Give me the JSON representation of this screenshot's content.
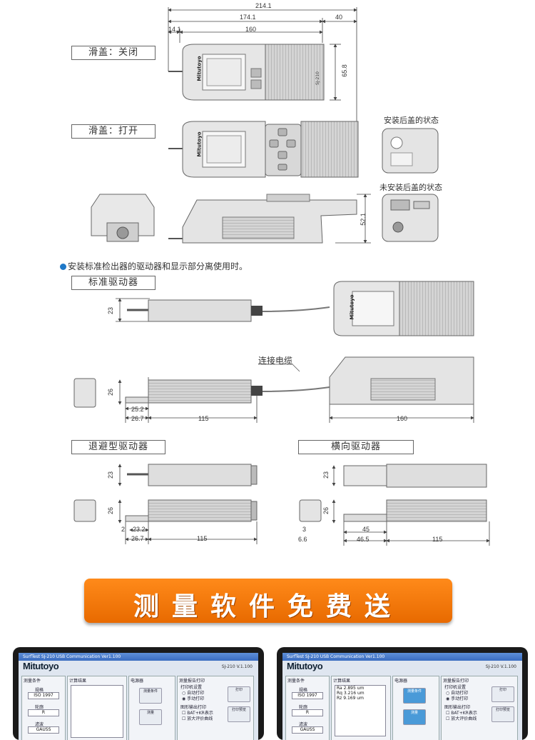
{
  "dims": {
    "d_214_1": "214.1",
    "d_174_1": "174.1",
    "d_40": "40",
    "d_14_1": "14.1",
    "d_160_top": "160",
    "d_65_8": "65.8",
    "d_52_1": "52.1",
    "d_23_a": "23",
    "d_26_a": "26",
    "d_25_2": "25.2",
    "d_26_7_a": "26.7",
    "d_115_a": "115",
    "d_160_b": "160",
    "d_23_b": "23",
    "d_26_b": "26",
    "d_2": "2",
    "d_23_2": "23.2",
    "d_26_7_b": "26.7",
    "d_115_b": "115",
    "d_23_c": "23",
    "d_26_c": "26",
    "d_3": "3",
    "d_45": "45",
    "d_6_6": "6.6",
    "d_46_5": "46.5",
    "d_115_c": "115"
  },
  "labels": {
    "cover_closed": "滑盖：关闭",
    "cover_open": "滑盖：打开",
    "after_install": "安装后盖的状态",
    "not_installed": "未安装后盖的状态",
    "separate_note": "安装标准检出器的驱动器和显示部分离使用时。",
    "standard_drive": "标准驱动器",
    "cable": "连接电缆",
    "retract_drive": "退避型驱动器",
    "transverse_drive": "横向驱动器"
  },
  "device": {
    "brand": "Mitutoyo",
    "model": "SJ-210"
  },
  "banner": {
    "text": "测量软件免费送"
  },
  "software": {
    "title": "SurfTest SJ-210 USB Communication Ver1.100",
    "logo": "Mitutoyo",
    "version": "SJ-210 V.1.100",
    "measure_cond": "测量条件",
    "calc_result": "计算结果",
    "power": "电源器",
    "print_settings": "测量报告打印",
    "standard_lbl": "规格",
    "standard_val": "ISO 1997",
    "profile_lbl": "轮廓",
    "profile_val": "R",
    "filter_lbl": "滤波",
    "filter_val": "GAUSS",
    "btn_cond": "测量条件",
    "btn_start": "测量",
    "btn_print": "打印",
    "btn_print_preview": "打印预览",
    "print_pos": "打印机设置",
    "auto_print": "自动打印",
    "manual_print": "手动打印",
    "graph_print": "图形输出打印",
    "opt1": "BAT+KR表示",
    "opt2": "放大评价曲线",
    "ra": "Ra   2.895  um",
    "rq": "Rq   3.216  um",
    "rz": "Rz   9.169  um"
  }
}
